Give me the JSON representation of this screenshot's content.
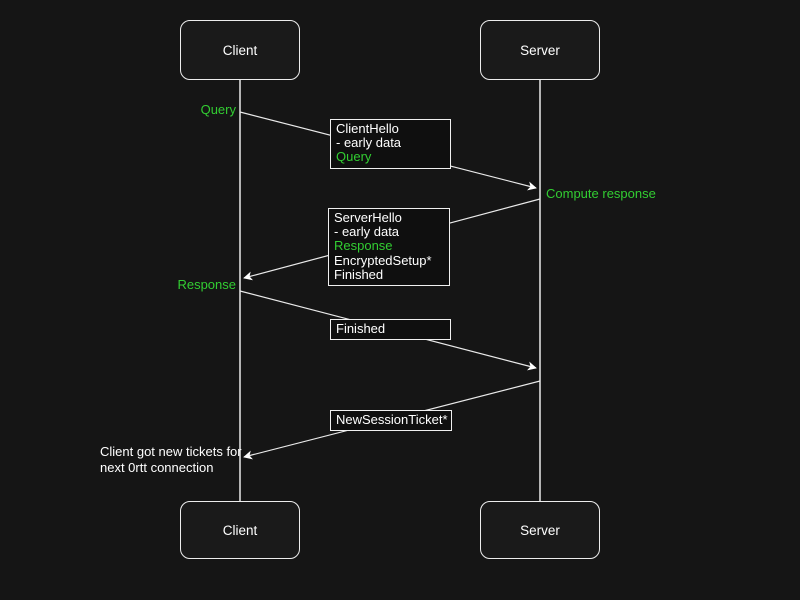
{
  "colors": {
    "background": "#151515",
    "line": "#eaeaea",
    "green": "#32cd32",
    "white": "#ffffff"
  },
  "actors": {
    "client": "Client",
    "server": "Server"
  },
  "messages": {
    "query_label": {
      "text": "Query",
      "color": "#32cd32"
    },
    "client_hello": {
      "lines": [
        {
          "text": "ClientHello",
          "color": "#ffffff"
        },
        {
          "text": "- early data",
          "color": "#ffffff"
        },
        {
          "text": "Query",
          "color": "#32cd32"
        }
      ]
    },
    "compute_response": {
      "text": "Compute response",
      "color": "#32cd32"
    },
    "server_hello": {
      "lines": [
        {
          "text": "ServerHello",
          "color": "#ffffff"
        },
        {
          "text": "- early data",
          "color": "#ffffff"
        },
        {
          "text": "Response",
          "color": "#32cd32"
        },
        {
          "text": "EncryptedSetup*",
          "color": "#ffffff"
        },
        {
          "text": "Finished",
          "color": "#ffffff"
        }
      ]
    },
    "response_label": {
      "text": "Response",
      "color": "#32cd32"
    },
    "finished": {
      "lines": [
        {
          "text": "Finished",
          "color": "#ffffff"
        }
      ]
    },
    "new_session_ticket": {
      "lines": [
        {
          "text": "NewSessionTicket*",
          "color": "#ffffff"
        }
      ]
    },
    "note": {
      "lines": [
        {
          "text": "Client got new tickets for",
          "color": "#ffffff"
        },
        {
          "text": "next 0rtt connection",
          "color": "#ffffff"
        }
      ]
    }
  }
}
